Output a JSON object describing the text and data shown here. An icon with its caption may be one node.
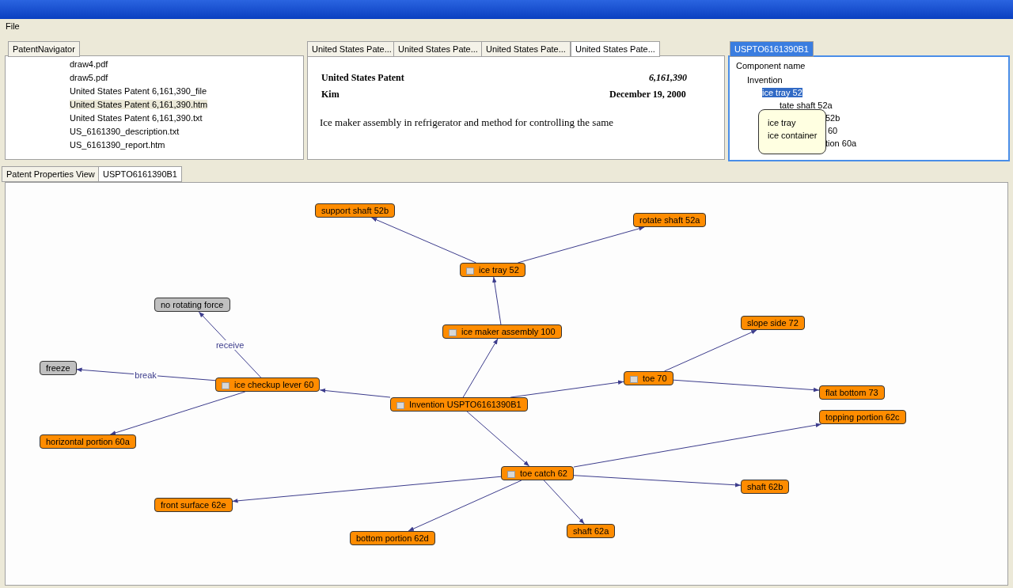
{
  "diagram": {
    "nodes": [
      {
        "text": [
          "support shaft 52b"
        ]
      },
      {
        "text": [
          "rotate shaft 52a"
        ]
      },
      {
        "text": [
          "ice tray 52"
        ]
      },
      {
        "text": [
          "no rotating force"
        ]
      },
      {
        "text": [
          "ice maker assembly 100"
        ]
      },
      {
        "text": [
          "slope side 72"
        ]
      },
      {
        "text": [
          "freeze"
        ]
      },
      {
        "text": [
          "toe 70"
        ]
      },
      {
        "text": [
          "ice checkup lever 60"
        ]
      },
      {
        "text": [
          "flat bottom 73"
        ]
      },
      {
        "text": [
          "Invention USPTO6161390B1"
        ]
      },
      {
        "text": [
          "topping portion 62c"
        ]
      },
      {
        "text": [
          "horizontal portion 60a"
        ]
      },
      {
        "text": [
          "toe catch 62"
        ]
      },
      {
        "text": [
          "shaft 62b"
        ]
      },
      {
        "text": [
          "front surface 62e"
        ]
      },
      {
        "text": [
          "shaft 62a"
        ]
      },
      {
        "text": [
          "bottom portion 62d"
        ]
      }
    ],
    "edges": [
      {
        "from": 10,
        "to": 4,
        "arrow": "to"
      },
      {
        "from": 4,
        "to": 2,
        "arrow": "to"
      },
      {
        "from": 2,
        "to": 0,
        "arrow": "to"
      },
      {
        "from": 2,
        "to": 1,
        "arrow": "to"
      },
      {
        "from": 10,
        "to": 8,
        "arrow": "to"
      },
      {
        "from": 8,
        "to": 3,
        "arrow": "to",
        "label": "receive"
      },
      {
        "from": 8,
        "to": 6,
        "arrow": "to",
        "label": "break"
      },
      {
        "from": 8,
        "to": 12,
        "arrow": "to"
      },
      {
        "from": 10,
        "to": 7,
        "arrow": "to"
      },
      {
        "from": 7,
        "to": 5,
        "arrow": "to"
      },
      {
        "from": 7,
        "to": 9,
        "arrow": "to"
      },
      {
        "from": 10,
        "to": 13,
        "arrow": "to"
      },
      {
        "from": 13,
        "to": 11,
        "arrow": "to"
      },
      {
        "from": 13,
        "to": 14,
        "arrow": "to"
      },
      {
        "from": 13,
        "to": 15,
        "arrow": "to"
      },
      {
        "from": 13,
        "to": 16,
        "arrow": "to"
      },
      {
        "from": 13,
        "to": 17,
        "arrow": "to"
      }
    ],
    "labels": [
      "File",
      "PatentNavigator",
      "draw4.pdf",
      "draw5.pdf",
      "United States Patent 6,161,390_file",
      "United States Patent 6,161,390.htm",
      "United States Patent 6,161,390.txt",
      "US_6161390_description.txt",
      "US_6161390_report.htm",
      "United States Pate...",
      "United States Pate...",
      "United States Pate...",
      "United States Pate...",
      "United States Patent",
      "6,161,390",
      "Kim",
      "December 19, 2000",
      "Ice maker assembly in refrigerator and method for controlling the same",
      "USPTO6161390B1",
      "Component name",
      "Invention",
      "ice tray 52",
      "tate shaft 52a",
      "52b",
      "60",
      "tion 60a",
      "ice tray",
      "ice container",
      "Patent Properties View",
      "USPTO6161390B1"
    ]
  }
}
